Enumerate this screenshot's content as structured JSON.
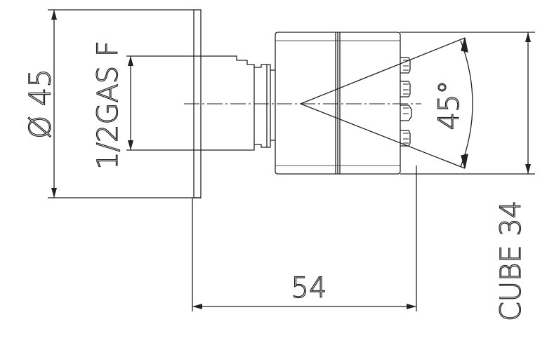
{
  "labels": {
    "diameter": "Ø 45",
    "thread": "1/2GAS F",
    "angle": "45°",
    "length": "54",
    "cube": "CUBE 34"
  },
  "colors": {
    "line": "#222222",
    "background": "#ffffff"
  }
}
